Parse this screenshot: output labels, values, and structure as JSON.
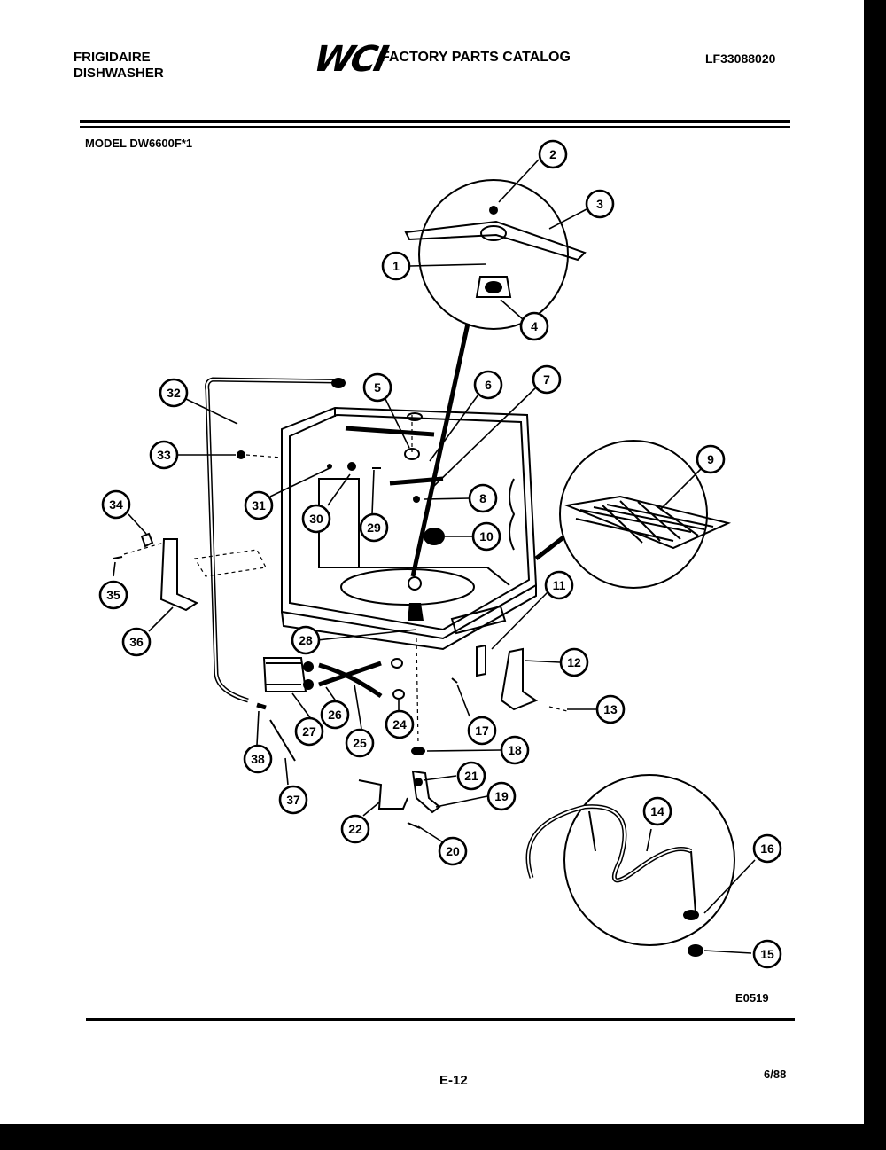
{
  "header": {
    "brand_line1": "FRIGIDAIRE",
    "brand_line2": "DISHWASHER",
    "logo": "WCI",
    "catalog_title": "FACTORY PARTS CATALOG",
    "catalog_number": "LF33088020"
  },
  "model": "MODEL DW6600F*1",
  "diagram_code": "E0519",
  "footer": {
    "page_number": "E-12",
    "date": "6/88"
  },
  "callouts": [
    "1",
    "2",
    "3",
    "4",
    "5",
    "6",
    "7",
    "8",
    "9",
    "10",
    "11",
    "12",
    "13",
    "14",
    "15",
    "16",
    "17",
    "18",
    "19",
    "20",
    "21",
    "22",
    "24",
    "25",
    "26",
    "27",
    "28",
    "29",
    "30",
    "31",
    "32",
    "33",
    "34",
    "35",
    "36",
    "37",
    "38"
  ]
}
